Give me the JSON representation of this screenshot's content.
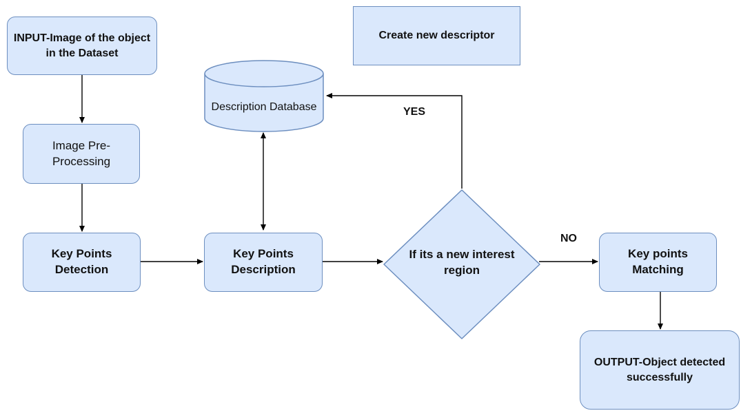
{
  "nodes": {
    "input": "INPUT-Image of the object in the Dataset",
    "preprocessing": "Image Pre-Processing",
    "detection": "Key Points Detection",
    "description": "Key Points Description",
    "database": "Description Database",
    "decision": "If its a new interest region",
    "create": "Create new descriptor",
    "matching": "Key points Matching",
    "output": "OUTPUT-Object detected successfully"
  },
  "edge_labels": {
    "yes": "YES",
    "no": "NO"
  },
  "colors": {
    "fill": "#dae8fc",
    "stroke": "#6c8ebf",
    "edge": "#000000"
  }
}
